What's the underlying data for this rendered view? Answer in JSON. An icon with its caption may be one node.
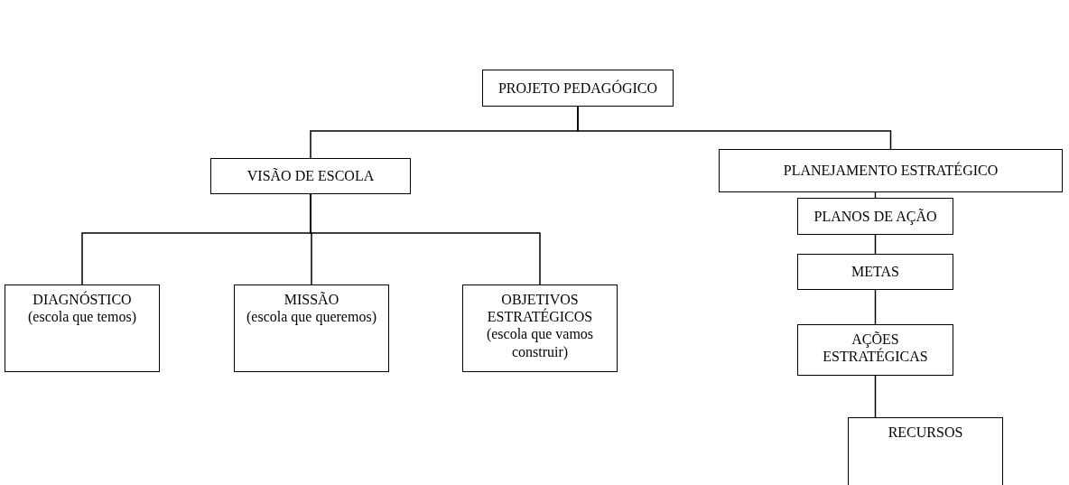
{
  "diagram": {
    "nodes": [
      {
        "text": [
          "PROJETO PEDAGÓGICO"
        ]
      },
      {
        "text": [
          "VISÃO DE ESCOLA"
        ]
      },
      {
        "text": [
          "PLANEJAMENTO ESTRATÉGICO"
        ]
      },
      {
        "text": [
          "PLANOS DE AÇÃO"
        ]
      },
      {
        "text": [
          "METAS"
        ]
      },
      {
        "text": [
          "DIAGNÓSTICO",
          "(escola que temos)"
        ]
      },
      {
        "text": [
          "MISSÃO",
          "(escola que queremos)"
        ]
      },
      {
        "text": [
          "OBJETIVOS ESTRATÉGICOS",
          "(escola que vamos construir)"
        ]
      },
      {
        "text": [
          "AÇÕES ESTRATÉGICAS"
        ]
      },
      {
        "text": [
          "RECURSOS"
        ]
      }
    ],
    "edges": [
      {
        "from": 0,
        "to": 1,
        "arrow": "none"
      },
      {
        "from": 0,
        "to": 2,
        "arrow": "none"
      },
      {
        "from": 1,
        "to": 5,
        "arrow": "none"
      },
      {
        "from": 1,
        "to": 6,
        "arrow": "none"
      },
      {
        "from": 1,
        "to": 7,
        "arrow": "none"
      },
      {
        "from": 2,
        "to": 3,
        "arrow": "none"
      },
      {
        "from": 3,
        "to": 4,
        "arrow": "none"
      },
      {
        "from": 4,
        "to": 8,
        "arrow": "none"
      },
      {
        "from": 8,
        "to": 9,
        "arrow": "none"
      }
    ]
  }
}
